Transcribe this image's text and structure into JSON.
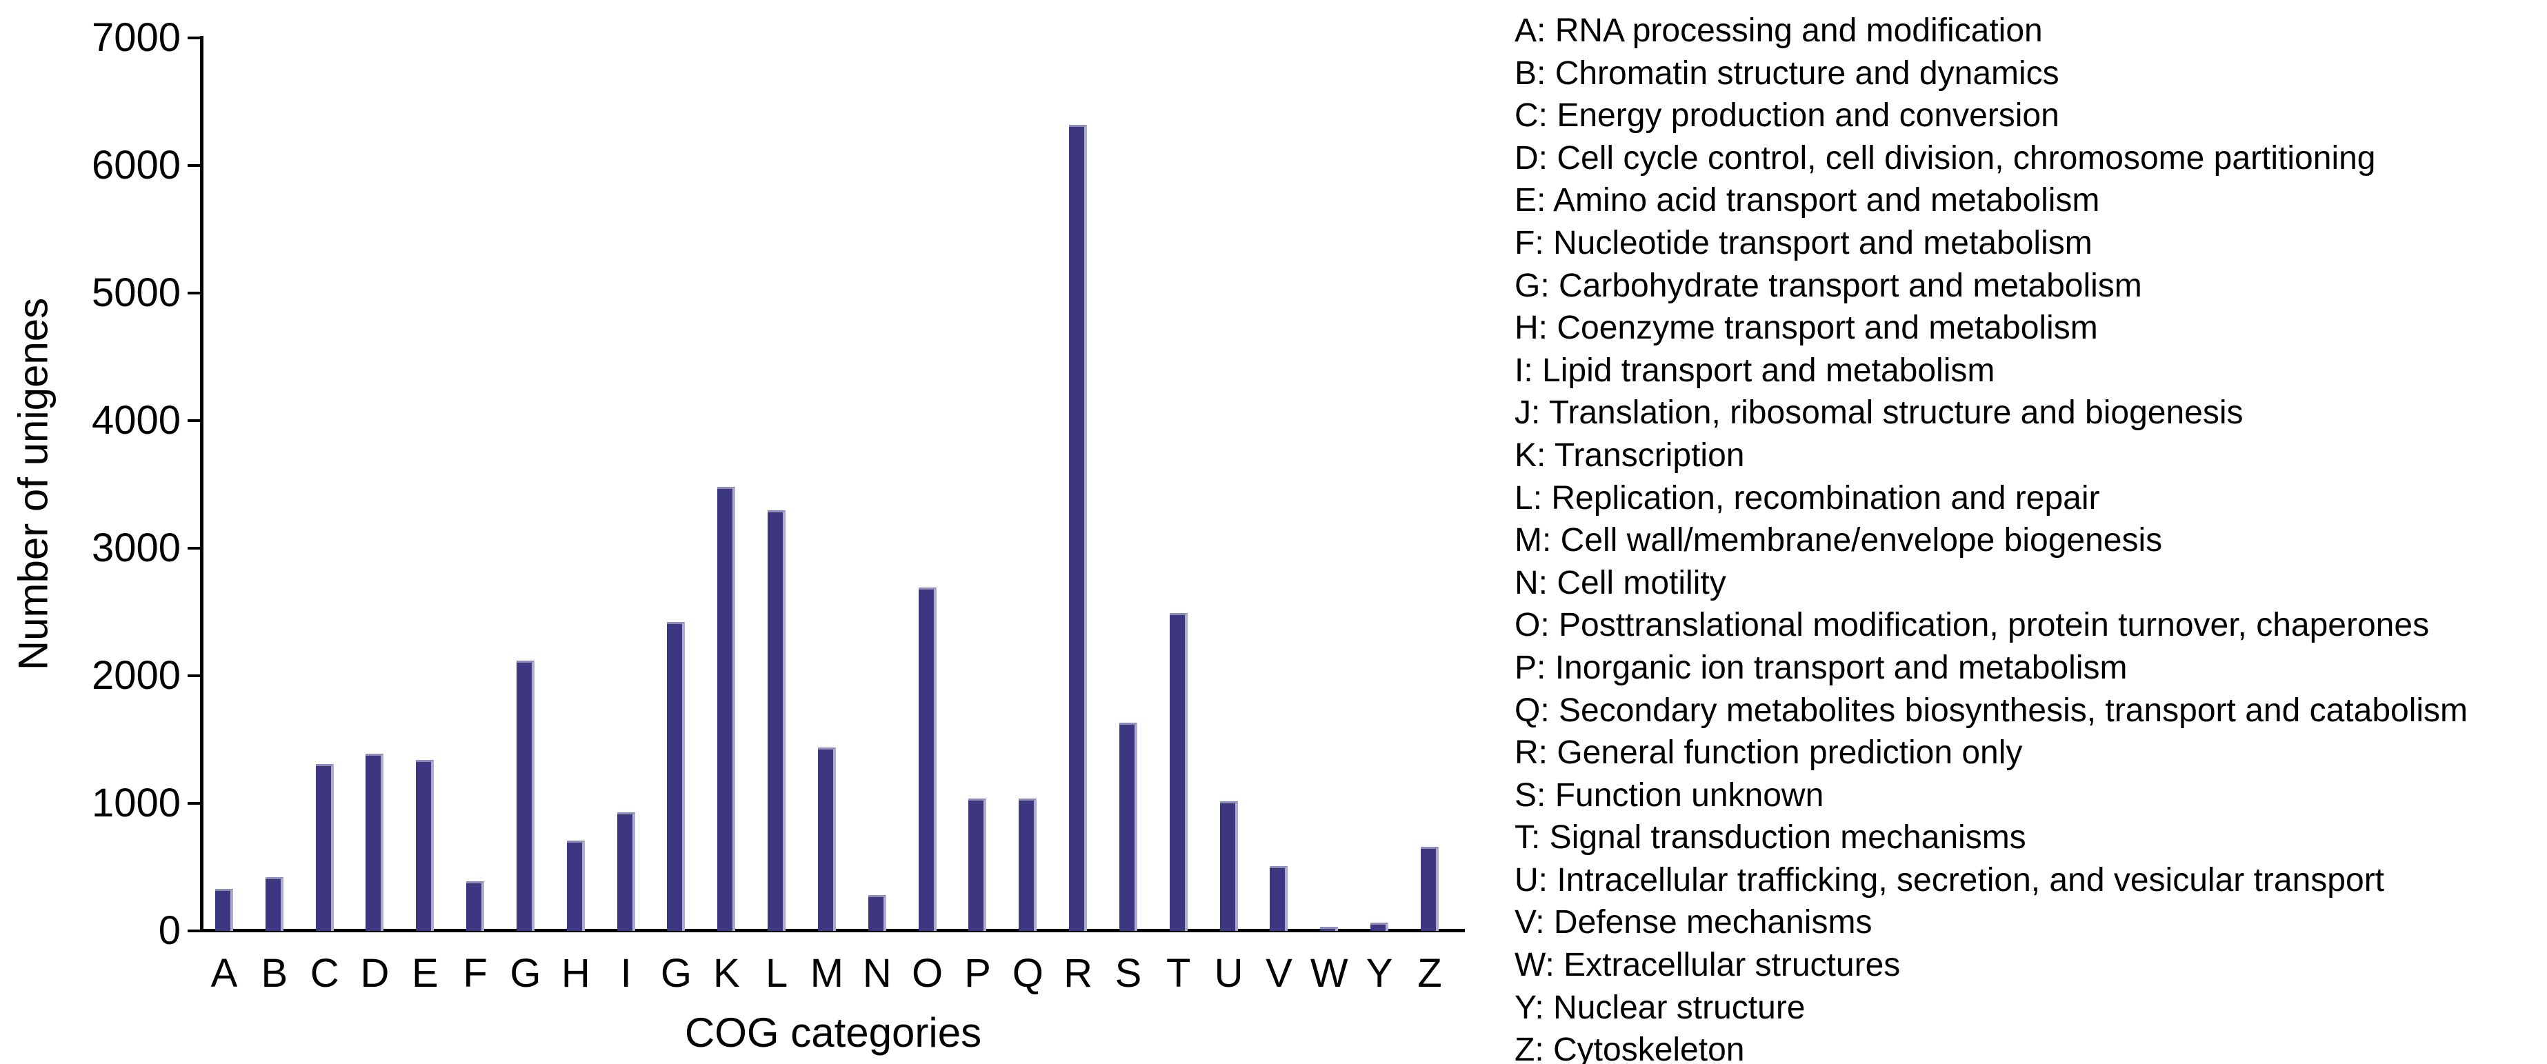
{
  "figure": {
    "y_axis_title": "Number of unigenes",
    "x_axis_title": "COG categories"
  },
  "chart_data": {
    "type": "bar",
    "title": "",
    "xlabel": "COG categories",
    "ylabel": "Number of unigenes",
    "ylim": [
      0,
      7000
    ],
    "y_ticks": [
      0,
      1000,
      2000,
      3000,
      4000,
      5000,
      6000,
      7000
    ],
    "grid": false,
    "legend_position": "right",
    "bar_color": "#3d3781",
    "bar_edge_color": "#aeaccf",
    "axis_color": "#000000",
    "categories": [
      "A",
      "B",
      "C",
      "D",
      "E",
      "F",
      "G",
      "H",
      "I",
      "G",
      "K",
      "L",
      "M",
      "N",
      "O",
      "P",
      "Q",
      "R",
      "S",
      "T",
      "U",
      "V",
      "W",
      "Y",
      "Z"
    ],
    "values": [
      330,
      420,
      1310,
      1390,
      1340,
      390,
      2120,
      710,
      930,
      2420,
      3480,
      3300,
      1440,
      280,
      2690,
      1040,
      1040,
      6320,
      1630,
      2490,
      1015,
      510,
      35,
      65,
      660
    ],
    "legend": [
      "A: RNA processing and modification",
      "B: Chromatin structure and dynamics",
      "C: Energy production and conversion",
      "D: Cell cycle control, cell division, chromosome partitioning",
      "E: Amino acid transport and metabolism",
      "F: Nucleotide transport and metabolism",
      "G: Carbohydrate transport and metabolism",
      "H: Coenzyme transport and metabolism",
      "I: Lipid transport and metabolism",
      "J: Translation, ribosomal structure and biogenesis",
      "K: Transcription",
      "L: Replication, recombination and repair",
      "M: Cell wall/membrane/envelope biogenesis",
      "N: Cell motility",
      "O: Posttranslational modification, protein turnover, chaperones",
      "P: Inorganic ion transport and metabolism",
      "Q: Secondary metabolites biosynthesis, transport and catabolism",
      "R: General function prediction only",
      "S: Function unknown",
      "T: Signal transduction mechanisms",
      "U: Intracellular trafficking, secretion, and vesicular transport",
      "V: Defense mechanisms",
      "W: Extracellular structures",
      "Y: Nuclear structure",
      "Z: Cytoskeleton"
    ]
  }
}
